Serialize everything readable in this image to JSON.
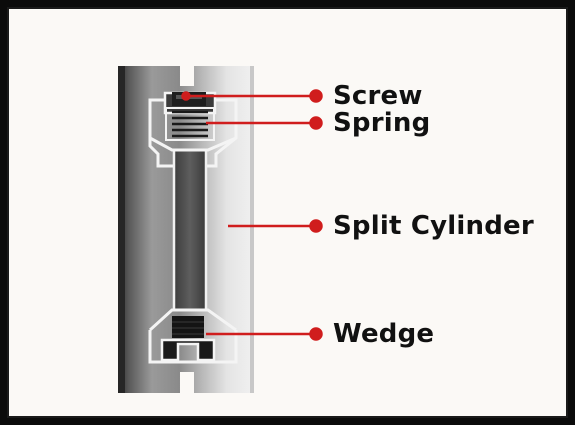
{
  "diagram": {
    "labels": {
      "screw": "Screw",
      "spring": "Spring",
      "split_cylinder": "Split Cylinder",
      "wedge": "Wedge"
    },
    "colors": {
      "leader": "#d01d1d",
      "background": "#fbf9f6",
      "outer_border": "#0b0b0b",
      "cylinder_dark": "#3a3a3a",
      "cylinder_light": "#cfcfcf",
      "core": "#555555",
      "text": "#111111"
    }
  }
}
